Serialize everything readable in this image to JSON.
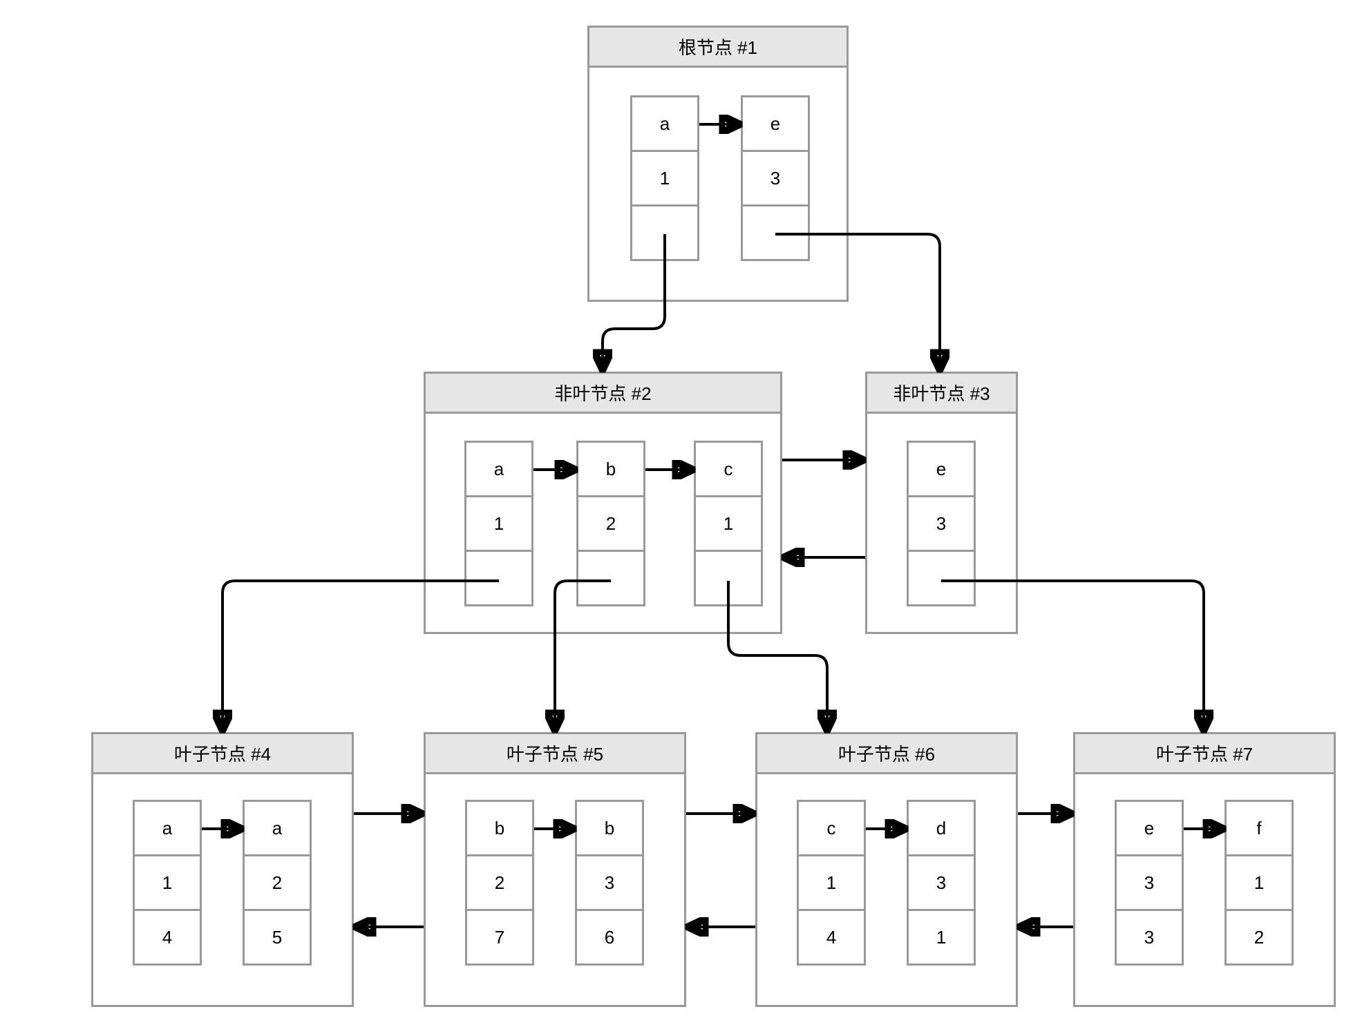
{
  "style": {
    "canvas_bg": "#ffffff",
    "node_border_color": "#999999",
    "title_bar_bg": "#e6e6e6",
    "connector_color": "#000000",
    "text_color": "#000000"
  },
  "nodes": [
    {
      "id": "node1",
      "title": "根节点 #1",
      "kind": "root",
      "entries": [
        {
          "cells": [
            "a",
            "1",
            ""
          ]
        },
        {
          "cells": [
            "e",
            "3",
            ""
          ]
        }
      ]
    },
    {
      "id": "node2",
      "title": "非叶节点 #2",
      "kind": "internal",
      "entries": [
        {
          "cells": [
            "a",
            "1",
            ""
          ]
        },
        {
          "cells": [
            "b",
            "2",
            ""
          ]
        },
        {
          "cells": [
            "c",
            "1",
            ""
          ]
        }
      ]
    },
    {
      "id": "node3",
      "title": "非叶节点 #3",
      "kind": "internal",
      "entries": [
        {
          "cells": [
            "e",
            "3",
            ""
          ]
        }
      ]
    },
    {
      "id": "node4",
      "title": "叶子节点 #4",
      "kind": "leaf",
      "entries": [
        {
          "cells": [
            "a",
            "1",
            "4"
          ]
        },
        {
          "cells": [
            "a",
            "2",
            "5"
          ]
        }
      ]
    },
    {
      "id": "node5",
      "title": "叶子节点 #5",
      "kind": "leaf",
      "entries": [
        {
          "cells": [
            "b",
            "2",
            "7"
          ]
        },
        {
          "cells": [
            "b",
            "3",
            "6"
          ]
        }
      ]
    },
    {
      "id": "node6",
      "title": "叶子节点 #6",
      "kind": "leaf",
      "entries": [
        {
          "cells": [
            "c",
            "1",
            "4"
          ]
        },
        {
          "cells": [
            "d",
            "3",
            "1"
          ]
        }
      ]
    },
    {
      "id": "node7",
      "title": "叶子节点 #7",
      "kind": "leaf",
      "entries": [
        {
          "cells": [
            "e",
            "3",
            "3"
          ]
        },
        {
          "cells": [
            "f",
            "1",
            "2"
          ]
        }
      ]
    }
  ],
  "edges": [
    {
      "from": "node1.entry-a",
      "to": "node1.entry-e",
      "type": "key-link"
    },
    {
      "from": "node2.entry-a",
      "to": "node2.entry-b",
      "type": "key-link"
    },
    {
      "from": "node2.entry-b",
      "to": "node2.entry-c",
      "type": "key-link"
    },
    {
      "from": "node4.entry-1",
      "to": "node4.entry-2",
      "type": "key-link"
    },
    {
      "from": "node5.entry-1",
      "to": "node5.entry-2",
      "type": "key-link"
    },
    {
      "from": "node6.entry-1",
      "to": "node6.entry-2",
      "type": "key-link"
    },
    {
      "from": "node7.entry-1",
      "to": "node7.entry-2",
      "type": "key-link"
    },
    {
      "from": "node1.entry-a.pointer",
      "to": "node2",
      "type": "child"
    },
    {
      "from": "node1.entry-e.pointer",
      "to": "node3",
      "type": "child"
    },
    {
      "from": "node2.entry-a.pointer",
      "to": "node4",
      "type": "child"
    },
    {
      "from": "node2.entry-b.pointer",
      "to": "node5",
      "type": "child"
    },
    {
      "from": "node2.entry-c.pointer",
      "to": "node6",
      "type": "child"
    },
    {
      "from": "node3.entry-e.pointer",
      "to": "node7",
      "type": "child"
    },
    {
      "from": "node2",
      "to": "node3",
      "type": "sibling-next"
    },
    {
      "from": "node3",
      "to": "node2",
      "type": "sibling-prev"
    },
    {
      "from": "node4",
      "to": "node5",
      "type": "sibling-next"
    },
    {
      "from": "node5",
      "to": "node4",
      "type": "sibling-prev"
    },
    {
      "from": "node5",
      "to": "node6",
      "type": "sibling-next"
    },
    {
      "from": "node6",
      "to": "node5",
      "type": "sibling-prev"
    },
    {
      "from": "node6",
      "to": "node7",
      "type": "sibling-next"
    },
    {
      "from": "node7",
      "to": "node6",
      "type": "sibling-prev"
    }
  ]
}
